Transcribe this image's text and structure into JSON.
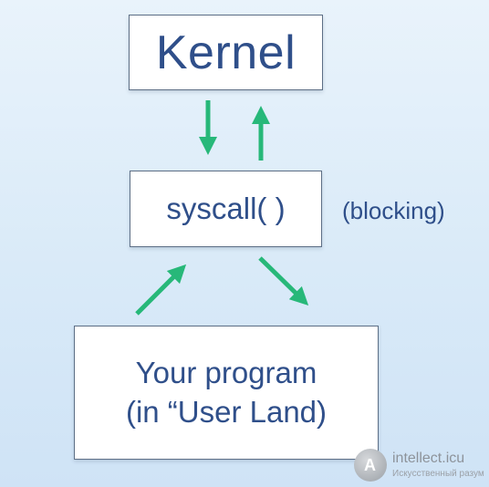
{
  "diagram": {
    "kernel_label": "Kernel",
    "syscall_label": "syscall( )",
    "blocking_note": "(blocking)",
    "program_line1": "Your program",
    "program_line2": "(in “User Land)"
  },
  "colors": {
    "arrow": "#27b879",
    "text": "#2f4f8a",
    "box_border": "#5d6f86"
  },
  "watermark": {
    "title": "intellect.icu",
    "subtitle": "Искусственный разум"
  }
}
